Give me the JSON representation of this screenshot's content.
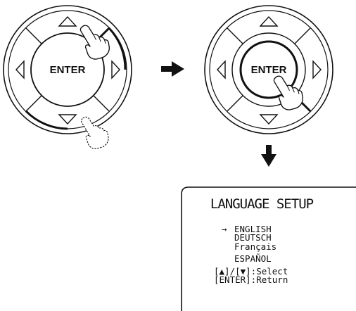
{
  "remote_controls": [
    {
      "center_label": "ENTER"
    },
    {
      "center_label": "ENTER"
    }
  ],
  "menu_screen": {
    "title": "LANGUAGE SETUP",
    "cursor_glyph": "→",
    "languages": [
      "ENGLISH",
      "DEUTSCH",
      "Français",
      "ESPAÑOL"
    ],
    "selected_index": 0,
    "help_lines": [
      "[▲]/[▼]:Select",
      "[ENTER]:Return"
    ]
  },
  "icons": [
    "up-arrow-icon",
    "down-arrow-icon",
    "left-arrow-icon",
    "right-arrow-icon",
    "pointing-hand-icon",
    "flow-arrow-right-icon",
    "flow-arrow-down-icon"
  ]
}
